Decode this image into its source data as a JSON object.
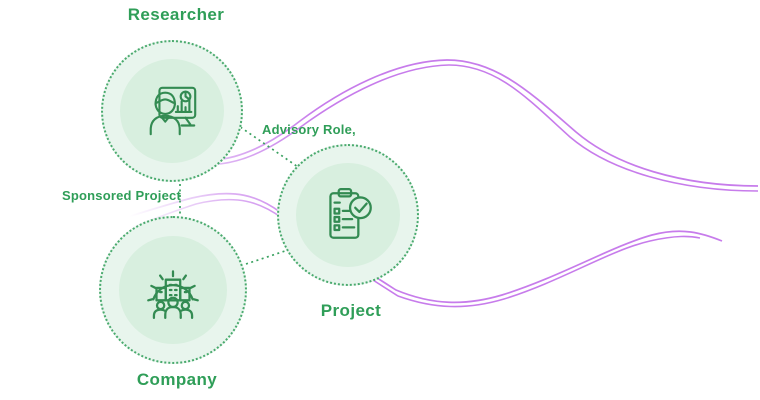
{
  "diagram": {
    "title": "",
    "nodes": [
      {
        "id": "researcher",
        "label": "Researcher",
        "icon": "researcher-analytics-icon"
      },
      {
        "id": "project",
        "label": "Project",
        "icon": "project-checklist-icon"
      },
      {
        "id": "company",
        "label": "Company",
        "icon": "company-building-team-icon"
      }
    ],
    "edges": [
      {
        "from": "researcher",
        "to": "project",
        "label": "Advisory Role,",
        "style": "dotted"
      },
      {
        "from": "researcher",
        "to": "company",
        "label": "Sponsored Project",
        "style": "dotted"
      },
      {
        "from": "company",
        "to": "project",
        "label": "",
        "style": "dotted"
      }
    ],
    "colors": {
      "label_green": "#2f9e58",
      "icon_green": "#338b52",
      "circle_fill_outer": "#e8f5ed",
      "circle_fill_inner": "#d8efdf",
      "dotted_border_green": "#4aaa6e",
      "connector_green": "#3aa160",
      "wave_purple": "#c77ceb",
      "wave_white": "#ffffff",
      "background": "#ffffff"
    }
  }
}
